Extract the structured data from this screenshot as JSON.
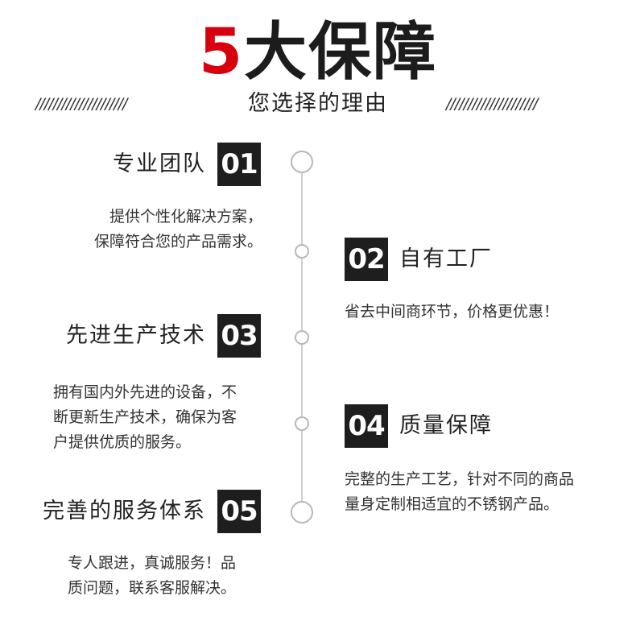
{
  "header": {
    "title_number": "5",
    "title_text": "大保障",
    "subtitle": "您选择的理由",
    "slashes": "/////////////////////"
  },
  "items": [
    {
      "number": "01",
      "heading": "专业团队",
      "lines": [
        "提供个性化解决方案，",
        "保障符合您的产品需求。"
      ]
    },
    {
      "number": "02",
      "heading": "自有工厂",
      "lines": [
        "省去中间商环节，价格更优惠！"
      ]
    },
    {
      "number": "03",
      "heading": "先进生产技术",
      "lines": [
        "拥有国内外先进的设备，不",
        "断更新生产技术，确保为客",
        "户提供优质的服务。"
      ]
    },
    {
      "number": "04",
      "heading": "质量保障",
      "lines": [
        "完整的生产工艺，针对不同的商品",
        "量身定制相适宜的不锈钢产品。"
      ]
    },
    {
      "number": "05",
      "heading": "完善的服务体系",
      "lines": [
        "专人跟进，真诚服务！品",
        "质问题，联系客服解决。"
      ]
    }
  ],
  "colors": {
    "accent": "#d7000f",
    "badge_bg": "#1e1e1e",
    "timeline": "#cfcfcf"
  }
}
